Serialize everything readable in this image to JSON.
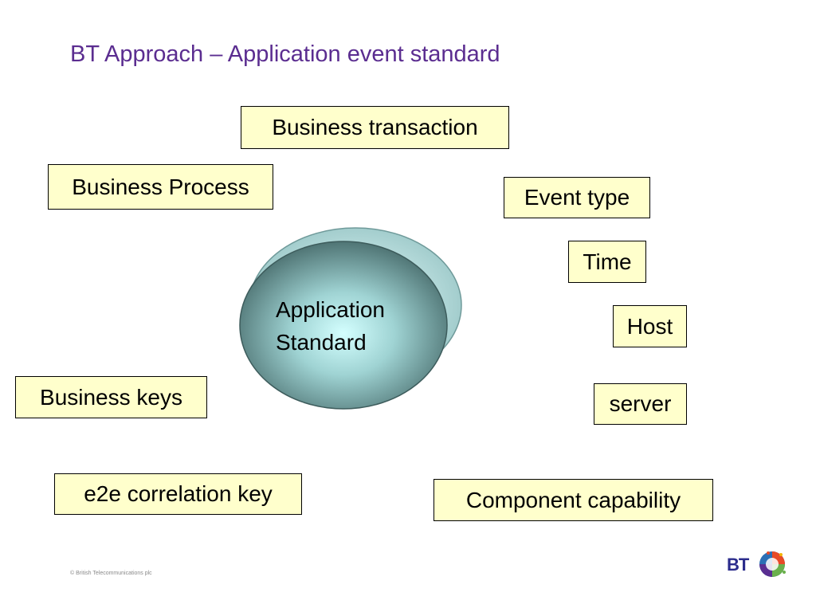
{
  "title": "BT Approach – Application event standard",
  "center": {
    "line1": "Application",
    "line2": "Standard"
  },
  "boxes": {
    "business_transaction": "Business transaction",
    "business_process": "Business Process",
    "event_type": "Event type",
    "time": "Time",
    "host": "Host",
    "server": "server",
    "business_keys": "Business keys",
    "e2e_correlation_key": "e2e correlation key",
    "component_capability": "Component capability"
  },
  "footer": {
    "copyright": "© British Telecommunications plc",
    "logo_text": "BT"
  },
  "colors": {
    "title": "#5b2d90",
    "box_fill": "#ffffcc",
    "ellipse_front": "#5f8282",
    "ellipse_back": "#a9d3d3"
  }
}
